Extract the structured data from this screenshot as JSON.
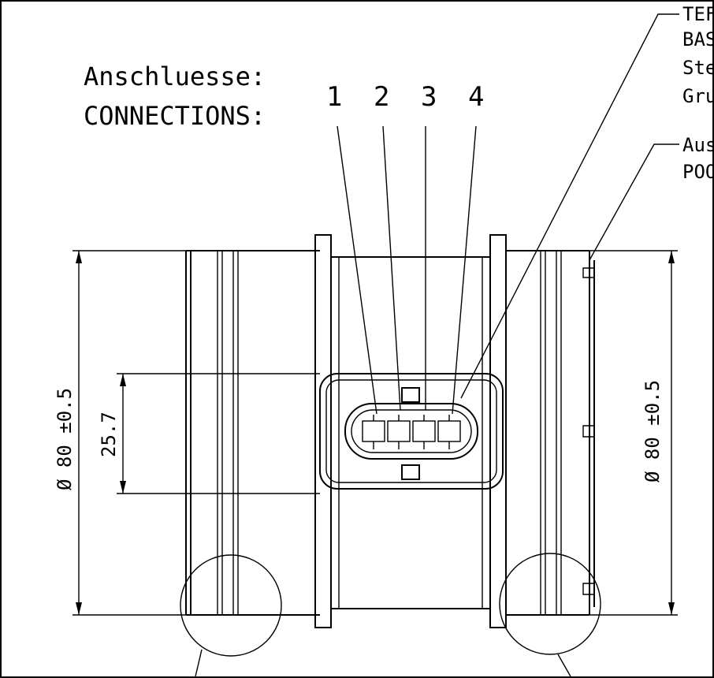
{
  "labels": {
    "connections_de": "Anschluesse:",
    "connections_en": "CONNECTIONS:",
    "pins": [
      "1",
      "2",
      "3",
      "4"
    ],
    "top_right_lines": [
      "TEF",
      "BAS",
      "Ste",
      "Gru"
    ],
    "mid_right_lines": [
      "Aus",
      "POO"
    ]
  },
  "dimensions": {
    "left_diameter": "Ø 80 ±0.5",
    "connector_height": "25.7",
    "right_diameter": "Ø 80 ±0.5"
  }
}
